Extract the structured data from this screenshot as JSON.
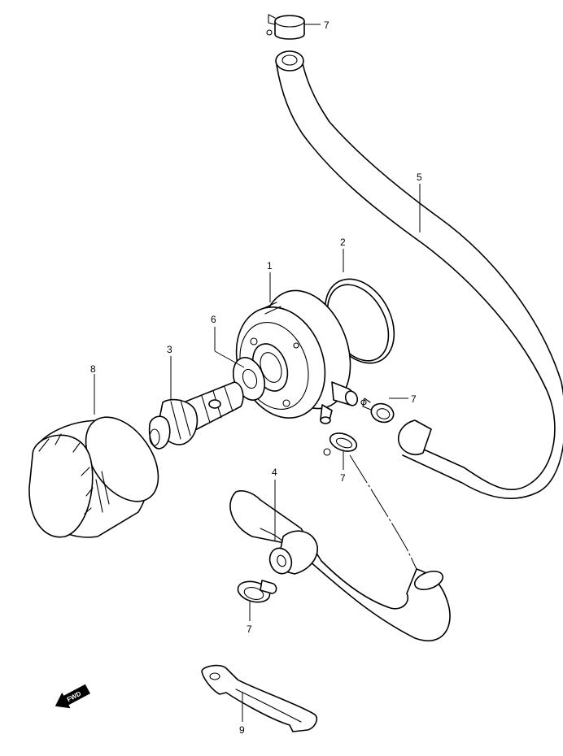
{
  "callouts": {
    "p1": "1",
    "p2": "2",
    "p3": "3",
    "p4": "4",
    "p5": "5",
    "p6": "6",
    "p7_top": "7",
    "p7_right": "7",
    "p7_middle": "7",
    "p7_lower": "7",
    "p8": "8",
    "p9": "9"
  },
  "fwd_label": "FWD",
  "icons": {
    "fwd": "forward-arrow-icon"
  }
}
